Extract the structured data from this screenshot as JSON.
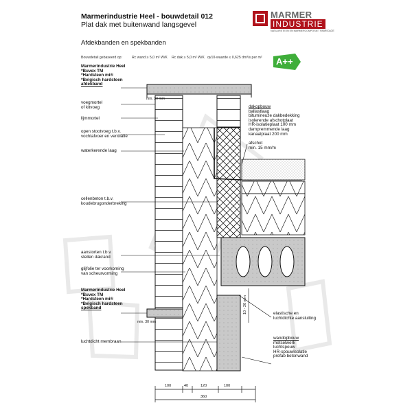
{
  "header": {
    "title": "Marmerindustrie Heel - bouwdetail 012",
    "subtitle": "Plat dak met buitenwand langsgevel",
    "section": "Afdekbanden en spekbanden"
  },
  "brand": {
    "name_top": "MARMER",
    "name_bottom": "INDUSTRIE",
    "tagline": "NATUURSTEEN EN MARMERCOMPOSIET FABRICAGE",
    "accent_color": "#b0121b"
  },
  "performance": {
    "bouwdetail": "Bouwdetail gebaseerd op:",
    "rc_wand": "Rc wand ≥ 5,0 m² W/K",
    "rc_dak": "Rc dak ≥ 5,0 m² W/K",
    "qv10": "qv10-waarde ≤ 0,625 dm³/s per m²",
    "energy_label": "A++",
    "energy_color": "#3fae3a"
  },
  "labels": {
    "top_block": [
      "Marmerindustrie Heel",
      "*Buvex TM",
      "*Hardsteen mi®",
      "*Belgisch hardsteen",
      "afdekband"
    ],
    "min30_top": "min. 30 mm",
    "voegmortel": [
      "voegmortel",
      "of kitvoeg"
    ],
    "lijmmortel": "lijmmortel",
    "stootvoeg": [
      "open stootvoeg t.b.v.",
      "vochtafvoer en ventilatie"
    ],
    "waterkerende": "waterkerende laag",
    "cellenbeton": [
      "cellenbeton t.b.v.",
      "koudebrugonderbreking"
    ],
    "aanstorten": [
      "aanstorten t.b.v.",
      "stellen dakrand"
    ],
    "glijfolie": [
      "glijfolie ter voorkoming",
      "van scheurvorming"
    ],
    "bottom_block": [
      "Marmerindustrie Heel",
      "*Buvex TM",
      "*Hardsteen mi®",
      "*Belgisch hardsteen",
      "spekband"
    ],
    "min30_bottom": "min. 30 mm",
    "luchtdicht": "luchtdicht membraan",
    "dakopbouw": [
      "dakopbouw",
      "ballastlaag",
      "bitumineuze dakbedekking",
      "isolerende afschotplaat",
      "HR-isolatieplaat 100 mm",
      "dampremmende laag",
      "kanaalplaat 200 mm"
    ],
    "afschot": [
      "afschot",
      "min. 15 mm/m"
    ],
    "elastische": [
      "elastische en",
      "luchtdichte aansluiting"
    ],
    "spacing": "10 - 20 mm",
    "wandopbouw": [
      "wandopbouw",
      "metselwerk",
      "luchtspouw",
      "HR-spouwisolatie",
      "prefab betonwand"
    ]
  },
  "dimensions": {
    "segments": [
      "100",
      "40",
      "120",
      "100"
    ],
    "total": "360"
  }
}
